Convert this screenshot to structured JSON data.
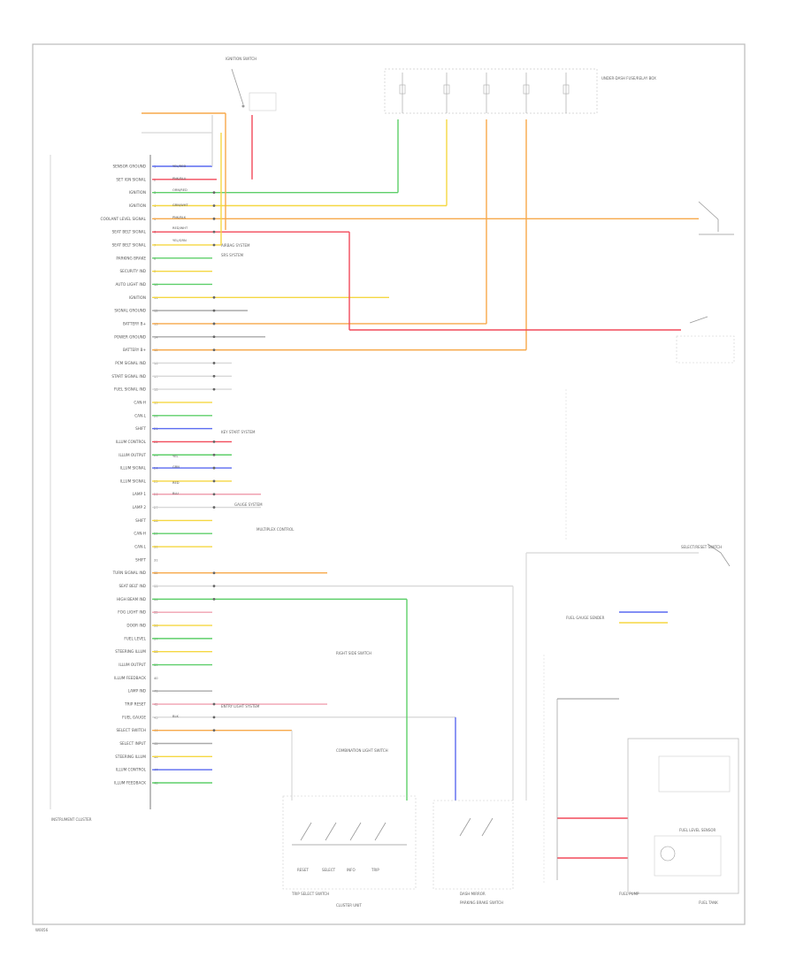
{
  "diagram": {
    "footer_code": "W0056",
    "components": {
      "instrument_cluster": "INSTRUMENT CLUSTER",
      "fuel_tank": "FUEL TANK",
      "cluster_unit_right": "CLUSTER UNIT",
      "fuel_gauge_label": "FUEL LEVEL SENSOR"
    },
    "left_pin_labels": [
      "SENSOR GROUND",
      "SET IGN SIGNAL",
      "IGNITION",
      "IGNITION",
      "COOLANT LEVEL SIGNAL",
      "SEAT BELT SIGNAL",
      "SEAT BELT SIGNAL",
      "PARKING BRAKE",
      "SECURITY IND",
      "AUTO LIGHT IND",
      "IGNITION",
      "SIGNAL GROUND",
      "BATTERY B+",
      "POWER GROUND",
      "BATTERY B+",
      "PCM SIGNAL IND",
      "START SIGNAL IND",
      "FUEL SIGNAL IND",
      "CAN-H",
      "CAN-L",
      "SHIFT",
      "ILLUM CONTROL",
      "ILLUM OUTPUT",
      "ILLUM SIGNAL",
      "ILLUM SIGNAL",
      "LAMP 1",
      "LAMP 2",
      "SHIFT",
      "CAN-H",
      "CAN-L",
      "SHIFT",
      "TURN SIGNAL IND",
      "SEAT BELT IND",
      "HIGH BEAM IND",
      "FOG LIGHT IND",
      "DOOR IND",
      "FUEL LEVEL",
      "STEERING ILLUM",
      "ILLUM OUTPUT",
      "ILLUM FEEDBACK",
      "LAMP IND",
      "TRIP RESET",
      "FUEL GAUGE",
      "SELECT SWITCH",
      "SELECT INPUT",
      "STEERING ILLUM",
      "ILLUM CONTROL",
      "ILLUM FEEDBACK"
    ],
    "wire_labels": [
      "YEL/RED",
      "PNK/BLK",
      "PNK/BLU",
      "RED/WHT",
      "GRN/WHT",
      "YEL/GRN",
      "ORN/RED",
      "YEL",
      "GRN",
      "BLU",
      "RED",
      "BLK"
    ],
    "side_notes": [
      "AIRBAG SYSTEM",
      "SRS SYSTEM",
      "KEY START SYSTEM",
      "GAUGE SYSTEM",
      "MULTIPLEX CONTROL",
      "ENTRY LIGHT SYSTEM",
      "RIGHT SIDE SWITCH",
      "FUEL GAUGE SENDER",
      "IGNITION SWITCH",
      "UNDER-DASH FUSE/RELAY BOX",
      "COMBINATION LIGHT SWITCH",
      "SELECT/RESET SWITCH"
    ],
    "switch_labels": [
      "RESET",
      "SELECT",
      "INFO",
      "TRIP"
    ],
    "bottom_labels": [
      "TRIP SELECT SWITCH",
      "DASH MIRROR",
      "PARKING BRAKE SWITCH",
      "FUEL PUMP"
    ]
  },
  "colors": {
    "frame": "#bbbbbb",
    "connector_line": "#999999",
    "yellow": "#f5d742",
    "orange": "#f7a94a",
    "red": "#f24a5a",
    "green": "#5ecf6a",
    "blue": "#5a6af0",
    "pink": "#f0a0b0",
    "light_gray": "#d8d8d8",
    "gray": "#aaaaaa",
    "dark_gray": "#888888"
  }
}
